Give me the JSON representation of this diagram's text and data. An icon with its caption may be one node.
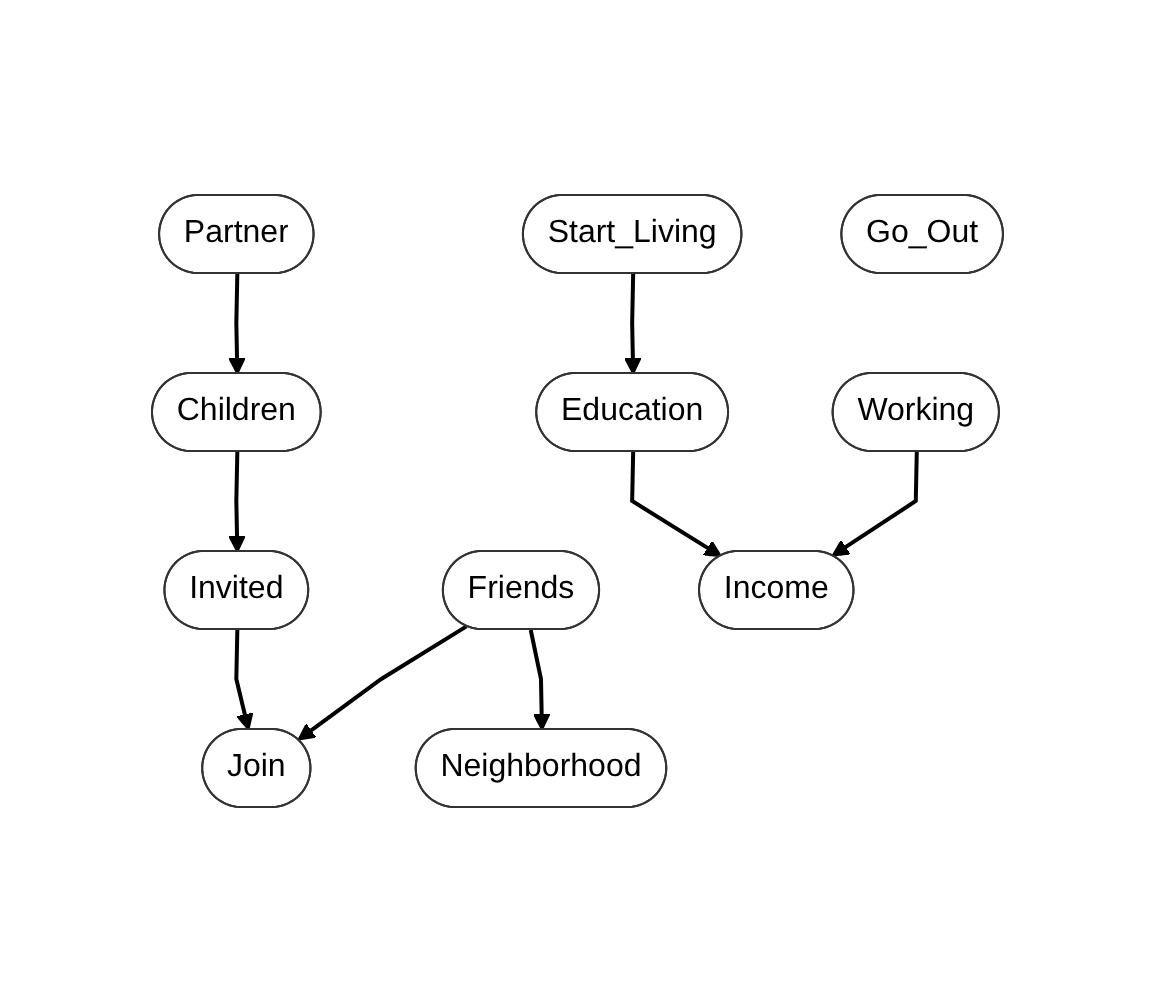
{
  "diagram": {
    "nodes": [
      {
        "text": [
          "Partner"
        ]
      },
      {
        "text": [
          "Start_Living"
        ]
      },
      {
        "text": [
          "Go_Out"
        ]
      },
      {
        "text": [
          "Children"
        ]
      },
      {
        "text": [
          "Education"
        ]
      },
      {
        "text": [
          "Working"
        ]
      },
      {
        "text": [
          "Invited"
        ]
      },
      {
        "text": [
          "Friends"
        ]
      },
      {
        "text": [
          "Income"
        ]
      },
      {
        "text": [
          "Join"
        ]
      },
      {
        "text": [
          "Neighborhood"
        ]
      }
    ],
    "edges": [
      {
        "from": 0,
        "to": 3,
        "arrow": "to"
      },
      {
        "from": 1,
        "to": 4,
        "arrow": "to"
      },
      {
        "from": 3,
        "to": 6,
        "arrow": "to"
      },
      {
        "from": 4,
        "to": 8,
        "arrow": "to"
      },
      {
        "from": 5,
        "to": 8,
        "arrow": "to"
      },
      {
        "from": 6,
        "to": 9,
        "arrow": "to"
      },
      {
        "from": 7,
        "to": 9,
        "arrow": "to"
      },
      {
        "from": 7,
        "to": 10,
        "arrow": "to"
      }
    ]
  }
}
